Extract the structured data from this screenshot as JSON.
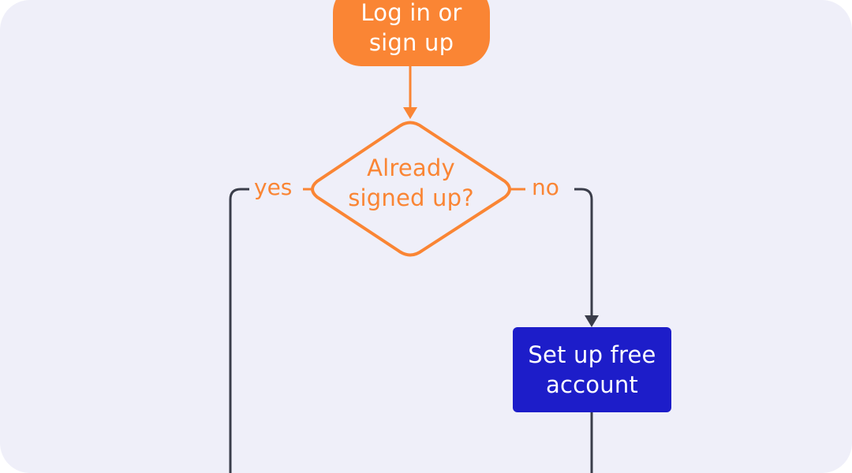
{
  "diagram": {
    "nodes": {
      "start": {
        "lines": [
          "Log in or",
          "sign up"
        ],
        "shape": "rounded-rectangle",
        "fill": "#fa8534",
        "text_color": "#ffffff"
      },
      "decision": {
        "lines": [
          "Already",
          "signed up?"
        ],
        "shape": "diamond",
        "stroke": "#fa8534",
        "text_color": "#fa8534"
      },
      "setup": {
        "lines": [
          "Set up free",
          "account"
        ],
        "shape": "rectangle",
        "fill": "#1d1dc9",
        "text_color": "#ffffff"
      }
    },
    "edges": {
      "yes": {
        "label": "yes",
        "from": "decision",
        "to": "(continues below)",
        "color": "#fa8534"
      },
      "no": {
        "label": "no",
        "from": "decision",
        "to": "setup",
        "color": "#fa8534"
      }
    },
    "colors": {
      "background": "#efeff9",
      "orange": "#fa8534",
      "blue": "#1d1dc9",
      "connector": "#3a3d4a"
    }
  }
}
